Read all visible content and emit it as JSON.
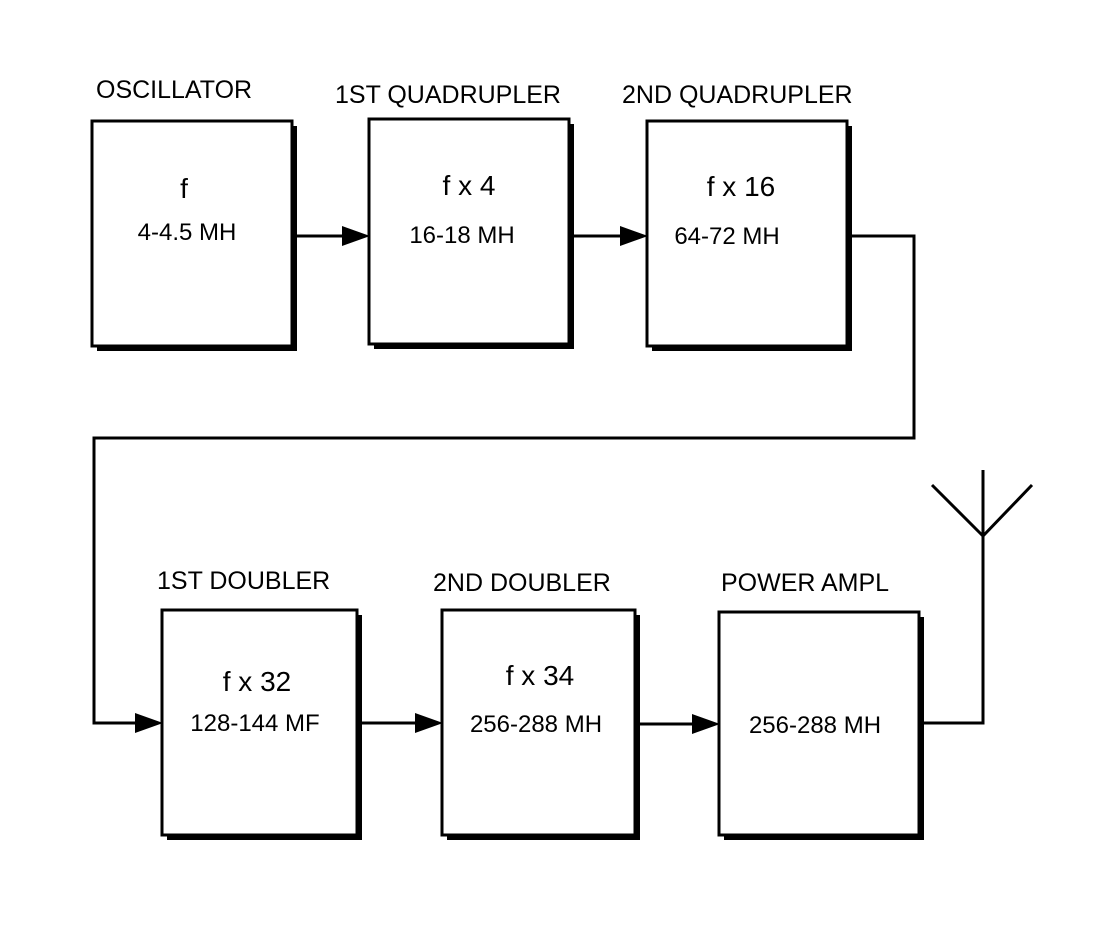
{
  "blocks": [
    {
      "id": "oscillator",
      "title": "OSCILLATOR",
      "function": "f",
      "frequency": "4-4.5  MH"
    },
    {
      "id": "quad1",
      "title": "1ST QUADRUPLER",
      "function": "f x 4",
      "frequency": "16-18 MH"
    },
    {
      "id": "quad2",
      "title": "2ND QUADRUPLER",
      "function": "f x 16",
      "frequency": "64-72 MH"
    },
    {
      "id": "doubler1",
      "title": "1ST DOUBLER",
      "function": "f x 32",
      "frequency": "128-144 MF"
    },
    {
      "id": "doubler2",
      "title": "2ND DOUBLER",
      "function": "f x 34",
      "frequency": "256-288 MH"
    },
    {
      "id": "power_amp",
      "title": "POWER AMPL",
      "function": "",
      "frequency": "256-288 MH"
    }
  ],
  "connections": [
    {
      "from": "oscillator",
      "to": "quad1"
    },
    {
      "from": "quad1",
      "to": "quad2"
    },
    {
      "from": "quad2",
      "to": "doubler1"
    },
    {
      "from": "doubler1",
      "to": "doubler2"
    },
    {
      "from": "doubler2",
      "to": "power_amp"
    },
    {
      "from": "power_amp",
      "to": "antenna"
    }
  ],
  "antenna": {
    "icon": "antenna-icon"
  },
  "colors": {
    "line": "#000000",
    "background": "#ffffff"
  }
}
